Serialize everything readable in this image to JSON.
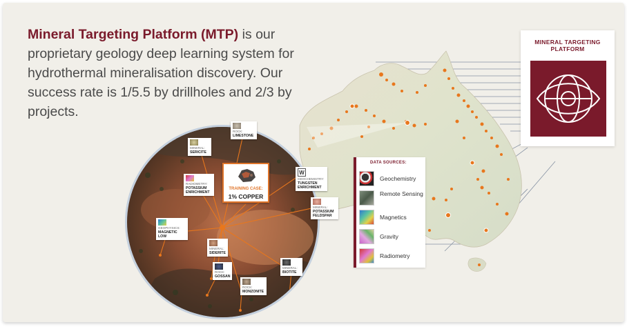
{
  "headline": {
    "brand": "Mineral Targeting Platform (MTP)",
    "rest": " is our proprietary geology deep learning system for hydrothermal mineralisation discovery. Our success rate is 1/5.5 by drillholes and 2/3 by projects."
  },
  "mtp_box": {
    "title": "MINERAL TARGETING PLATFORM",
    "emblem_icon": "eye-globe-icon"
  },
  "data_sources": {
    "title": "DATA SOURCES:",
    "items": [
      {
        "label": "Geochemistry",
        "icon": "geochemistry-map-icon"
      },
      {
        "label": "Remote Sensing",
        "icon": "remote-sensing-map-icon"
      },
      {
        "label": "Magnetics",
        "icon": "magnetics-map-icon"
      },
      {
        "label": "Gravity",
        "icon": "gravity-map-icon"
      },
      {
        "label": "Radiometry",
        "icon": "radiometry-map-icon"
      }
    ]
  },
  "training_case": {
    "category": "TRAINING CASE:",
    "value": "1% COPPER"
  },
  "tags": [
    {
      "category": "ROCK:",
      "value": "LIMESTONE"
    },
    {
      "category": "MINERAL:",
      "value": "SERICITE"
    },
    {
      "category": "RADIOMETRY:",
      "value": "POTASSIUM ENRICHMENT"
    },
    {
      "category": "GEOCHEMISTRY:",
      "value": "TUNGSTEN ENRICHMENT",
      "symbol": "W"
    },
    {
      "category": "MINERAL:",
      "value": "POTASSIUM FELDSPAR"
    },
    {
      "category": "GEOPHYSICS:",
      "value": "MAGNETIC LOW"
    },
    {
      "category": "MINERAL:",
      "value": "SIDERITE"
    },
    {
      "category": "ROCK:",
      "value": "GOSSAN"
    },
    {
      "category": "MINERAL:",
      "value": "BIOTITE"
    },
    {
      "category": "ROCK:",
      "value": "MONZONITE"
    }
  ],
  "colors": {
    "brand": "#7a1a2b",
    "accent": "#e0752a",
    "background": "#f1efe9"
  }
}
